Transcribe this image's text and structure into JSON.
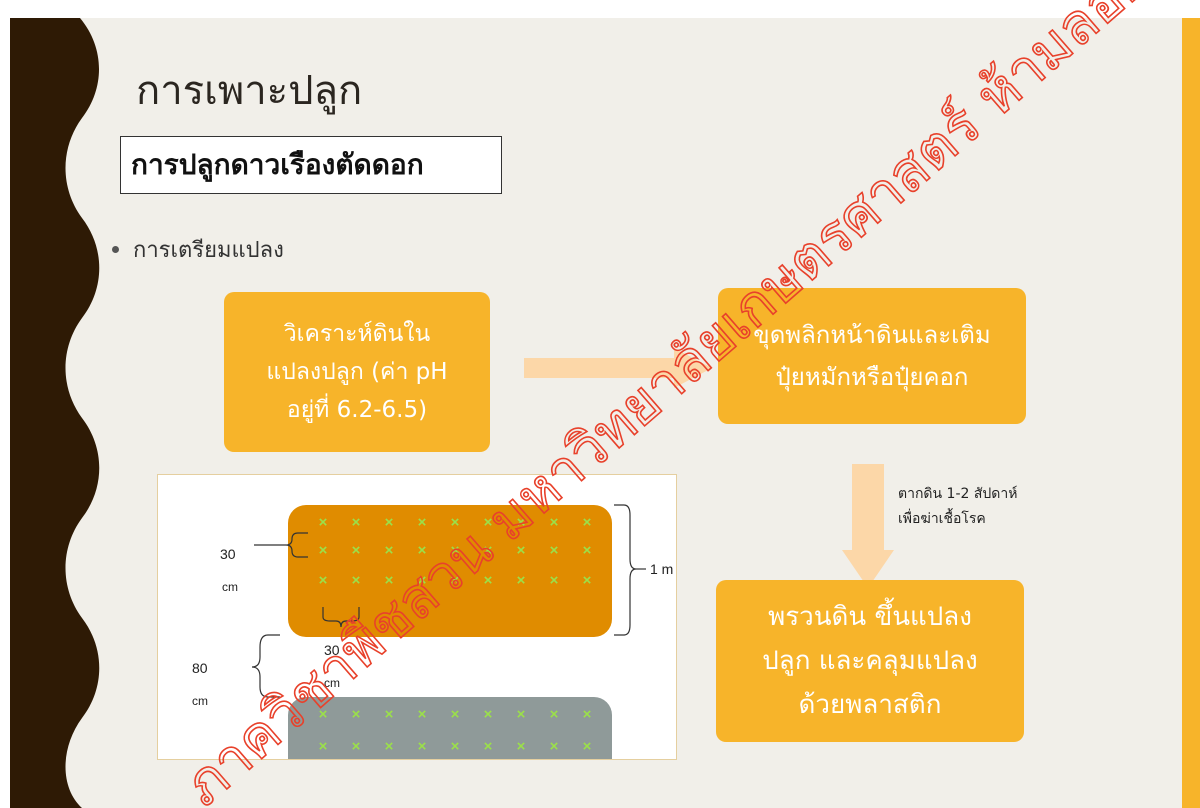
{
  "slide": {
    "title": "การเพาะปลูก",
    "subtitle": "การปลูกดาวเรืองตัดดอก",
    "bullet": "การเตรียมแปลง"
  },
  "steps": [
    {
      "lines": [
        "วิเคราะห์ดินใน",
        "แปลงปลูก (ค่า pH",
        "อยู่ที่ 6.2-6.5)"
      ]
    },
    {
      "lines": [
        "ขุดพลิกหน้าดินและเติม",
        "ปุ๋ยหมักหรือปุ๋ยคอก"
      ]
    },
    {
      "lines": [
        "พรวนดิน ขึ้นแปลง",
        "ปลูก และคลุมแปลง",
        "ด้วยพลาสติก"
      ]
    }
  ],
  "note": {
    "lines": [
      "ตากดิน 1-2 สัปดาห์",
      "เพื่อฆ่าเชื้อโรค"
    ]
  },
  "diagram": {
    "row_spacing_value": "30",
    "row_spacing_unit": "cm",
    "plant_spacing_value": "30",
    "plant_spacing_unit": "cm",
    "path_width_value": "80",
    "path_width_unit": "cm",
    "bed_width_label": "1 m",
    "plant_marker": "×"
  },
  "watermark": {
    "text": "ภาควิชาพืชสวน มหาวิทยาลัยเกษตรศาสตร์ ห้ามลอกเลียนแบบ"
  },
  "colors": {
    "accent": "#f7b42a",
    "bed_orange": "#e08c00",
    "bed_gray": "#8f9a99",
    "plant_marker": "#9be04a",
    "arrow": "#fcd7a8",
    "watermark": "#e8412b",
    "left_band": "#2e1a05"
  }
}
